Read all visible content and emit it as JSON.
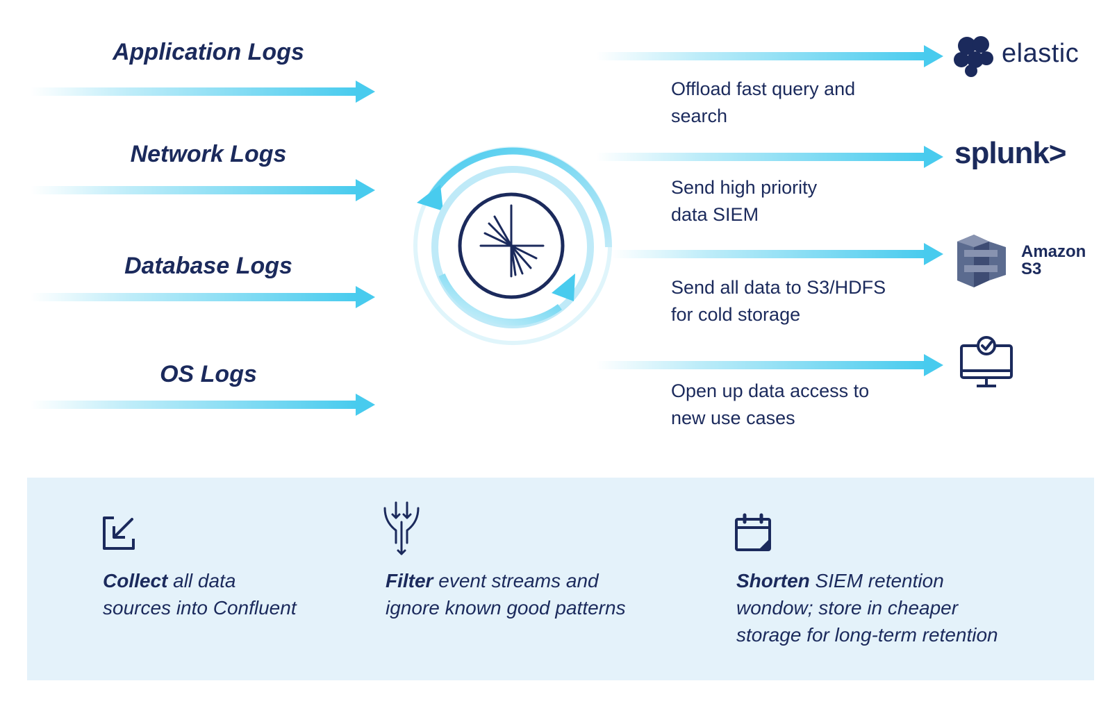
{
  "sources": [
    {
      "label": "Application Logs"
    },
    {
      "label": "Network Logs"
    },
    {
      "label": "Database Logs"
    },
    {
      "label": "OS Logs"
    }
  ],
  "destinations": [
    {
      "line1": "Offload fast query and",
      "line2": "search",
      "logo": "elastic-logo",
      "logo_text": "elastic"
    },
    {
      "line1": "Send high priority",
      "line2": "data SIEM",
      "logo": "splunk-logo",
      "logo_text": "splunk>"
    },
    {
      "line1": "Send all data to S3/HDFS",
      "line2": "for cold storage",
      "logo": "amazon-s3-logo",
      "logo_text_1": "Amazon",
      "logo_text_2": "S3"
    },
    {
      "line1": "Open up data access to",
      "line2": "new use cases",
      "logo": "monitor-check-icon"
    }
  ],
  "center": {
    "icon": "confluent-logo-icon",
    "ring": "cycle-arrows-icon"
  },
  "features": [
    {
      "icon": "collect-arrow-icon",
      "bold": "Collect",
      "rest1": " all data",
      "line2": "sources into Confluent"
    },
    {
      "icon": "filter-funnel-icon",
      "bold": "Filter",
      "rest1": " event streams and",
      "line2": "ignore known good patterns"
    },
    {
      "icon": "calendar-icon",
      "bold": "Shorten",
      "rest1": " SIEM retention",
      "line2": "wondow; store in cheaper",
      "line3": "storage for long-term retention"
    }
  ],
  "colors": {
    "navy": "#1b2a5c",
    "cyan": "#48cbee",
    "panel": "#e4f2fa"
  }
}
